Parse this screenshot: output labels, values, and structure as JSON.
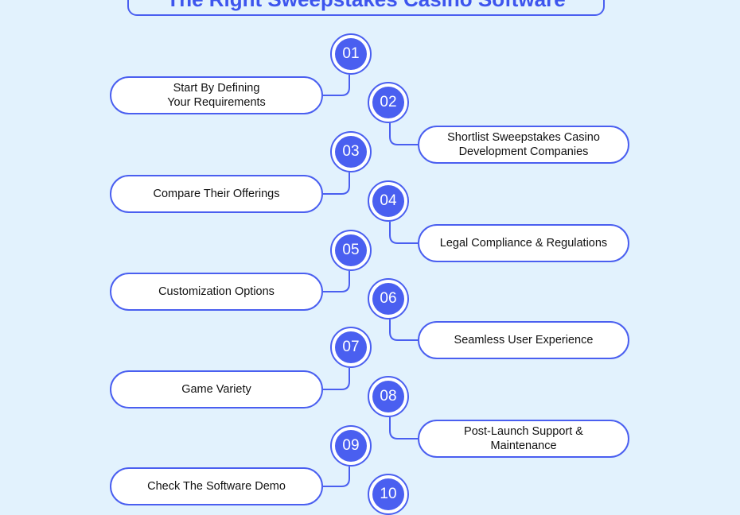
{
  "title": "The Right Sweepstakes Casino Software",
  "steps": [
    {
      "number": "01",
      "label": "Start By Defining\nYour Requirements"
    },
    {
      "number": "02",
      "label": "Shortlist Sweepstakes Casino\nDevelopment Companies"
    },
    {
      "number": "03",
      "label": "Compare Their Offerings"
    },
    {
      "number": "04",
      "label": "Legal Compliance & Regulations"
    },
    {
      "number": "05",
      "label": "Customization Options"
    },
    {
      "number": "06",
      "label": "Seamless User Experience"
    },
    {
      "number": "07",
      "label": "Game Variety"
    },
    {
      "number": "08",
      "label": "Post-Launch Support &\nMaintenance"
    },
    {
      "number": "09",
      "label": "Check The Software Demo"
    },
    {
      "number": "10",
      "label": ""
    }
  ],
  "colors": {
    "accent": "#4a5ff0",
    "background": "#e2f2fd",
    "pill": "#ffffff"
  }
}
